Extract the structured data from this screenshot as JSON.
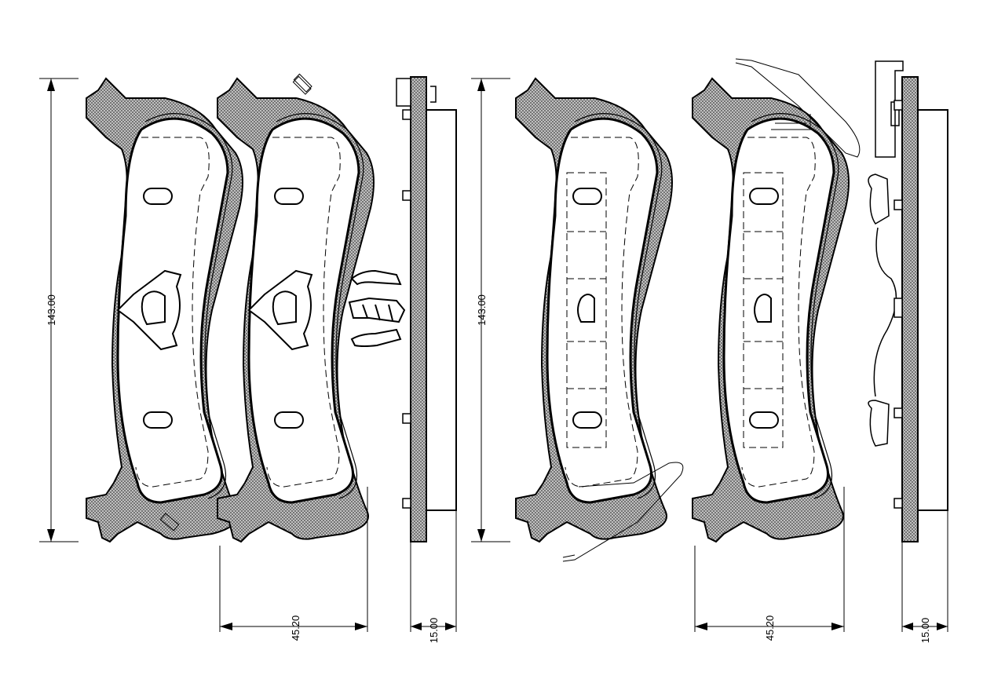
{
  "drawing": {
    "left_set": {
      "height_dim": "143.00",
      "width_dim": "45.20",
      "thickness_dim": "15.00"
    },
    "right_set": {
      "height_dim": "143.00",
      "width_dim": "45.20",
      "thickness_dim": "15.00"
    }
  }
}
